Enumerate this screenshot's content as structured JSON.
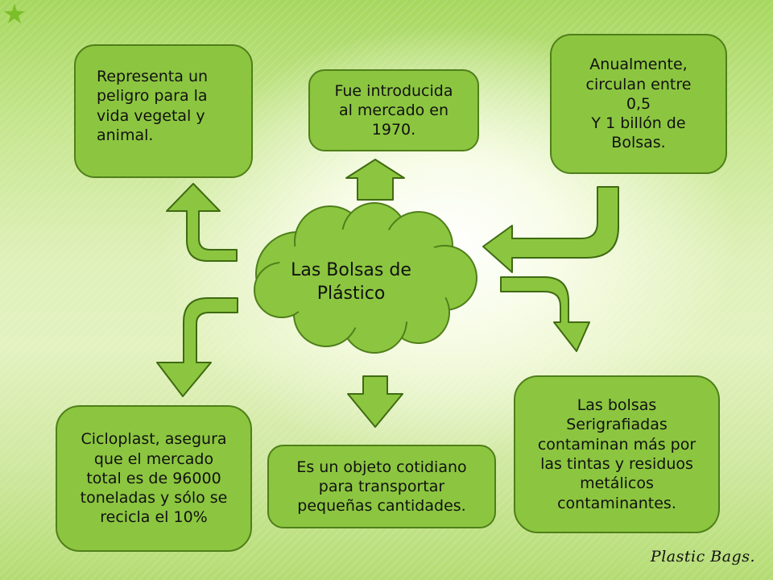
{
  "diagram": {
    "center": {
      "label": "Las Bolsas de\nPlástico"
    },
    "boxes": {
      "peligro": "Representa un\npeligro para la\nvida vegetal y\nanimal.",
      "introducida": "Fue introducida\nal mercado en\n1970.",
      "anual": "Anualmente,\ncirculan entre\n0,5\nY 1 billón de\nBolsas.",
      "serigrafiadas": "Las bolsas\nSerigrafiadas\ncontaminan más por\nlas tintas y residuos\nmetálicos\ncontaminantes.",
      "cotidiano": "Es un objeto cotidiano\npara transportar\npequeñas cantidades.",
      "cicloplast": "Cicloplast, asegura\nque el mercado\ntotal es de 96000\ntoneladas y sólo se\nrecicla el 10%"
    },
    "footer": "Plastic Bags.",
    "colors": {
      "box_fill": "#8cc640",
      "box_border": "#4f7f1a",
      "arrow_fill": "#8cc640",
      "arrow_border": "#3f6b12",
      "star": "#7dbf2a"
    }
  }
}
